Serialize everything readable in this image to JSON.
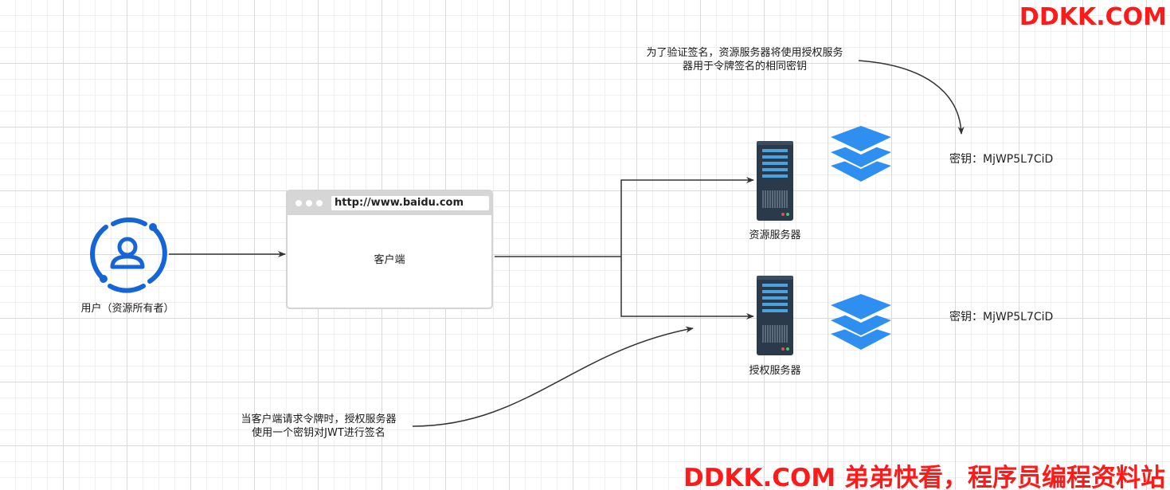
{
  "watermark": {
    "top": "DDKK.COM",
    "bottom": "DDKK.COM 弟弟快看，程序员编程资料站"
  },
  "user": {
    "label": "用户（资源所有者）",
    "icon": "user-circle-icon",
    "color": "#1565d8"
  },
  "browser": {
    "url": "http://www.baidu.com",
    "label": "客户端"
  },
  "resource_server": {
    "label": "资源服务器",
    "key": "密钥：MjWP5L7CiD"
  },
  "auth_server": {
    "label": "授权服务器",
    "key": "密钥：MjWP5L7CiD"
  },
  "notes": {
    "top_line1": "为了验证签名，资源服务器将使用授权服务",
    "top_line2": "器用于令牌签名的相同密钥",
    "bottom_line1": "当客户端请求令牌时，授权服务器",
    "bottom_line2": "使用一个密钥对JWT进行签名"
  },
  "colors": {
    "server": "#2b3a4a",
    "server_accent": "#4aa3df",
    "layers": "#2f8ff0",
    "arrow": "#333333",
    "watermark": "#ff1a1a"
  }
}
